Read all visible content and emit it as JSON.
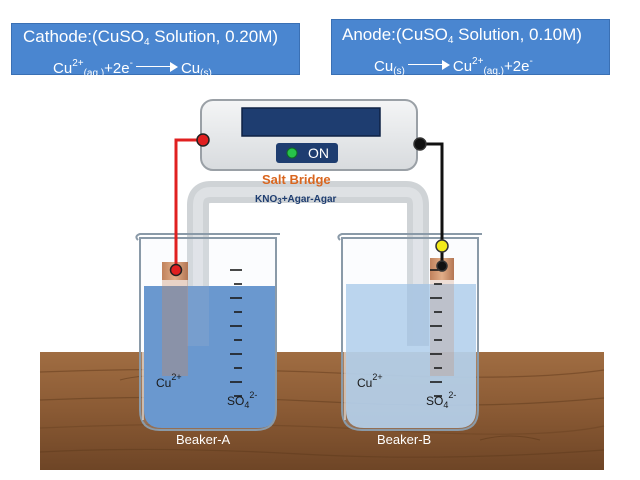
{
  "cathode_box": {
    "title_prefix": "Cathode:(CuSO",
    "title_sub": "4",
    "title_suffix": " Solution, 0.20M)",
    "r_cu": "Cu",
    "r_cu_sup": "2+",
    "r_cu_sub": "(aq.)",
    "r_plus": "+2e",
    "r_e_sup": "-",
    "p_cu": "Cu",
    "p_cu_sub": "(s)"
  },
  "anode_box": {
    "title_prefix": "Anode:(CuSO",
    "title_sub": "4",
    "title_suffix": " Solution, 0.10M)",
    "r_cu": "Cu",
    "r_cu_sub": "(s)",
    "p_cu": "Cu",
    "p_cu_sup": "2+",
    "p_cu_sub": "(aq.)",
    "p_plus": "+2e",
    "p_e_sup": "-"
  },
  "voltmeter": {
    "power_label": "ON"
  },
  "salt_bridge": {
    "title": "Salt Bridge",
    "content_prefix": "KNO",
    "content_sub": "3",
    "content_suffix": "+Agar-Agar"
  },
  "beaker_a": {
    "label": "Beaker-A",
    "cation": "Cu",
    "cation_sup": "2+",
    "anion": "SO",
    "anion_sub": "4",
    "anion_sup": "2-"
  },
  "beaker_b": {
    "label": "Beaker-B",
    "cation": "Cu",
    "cation_sup": "2+",
    "anion": "SO",
    "anion_sub": "4",
    "anion_sup": "2-"
  },
  "colors": {
    "box_blue": "#4a86d0",
    "solution_a": "#4f86c6",
    "solution_b": "#a9cbea",
    "wire_red": "#e02020",
    "wire_black": "#111111",
    "wood": "#8a5a34",
    "salt_bridge": "#cfd3d6",
    "title_orange": "#d9661f",
    "indicator_green": "#27c24a",
    "indicator_yellow": "#f2ea1a"
  }
}
